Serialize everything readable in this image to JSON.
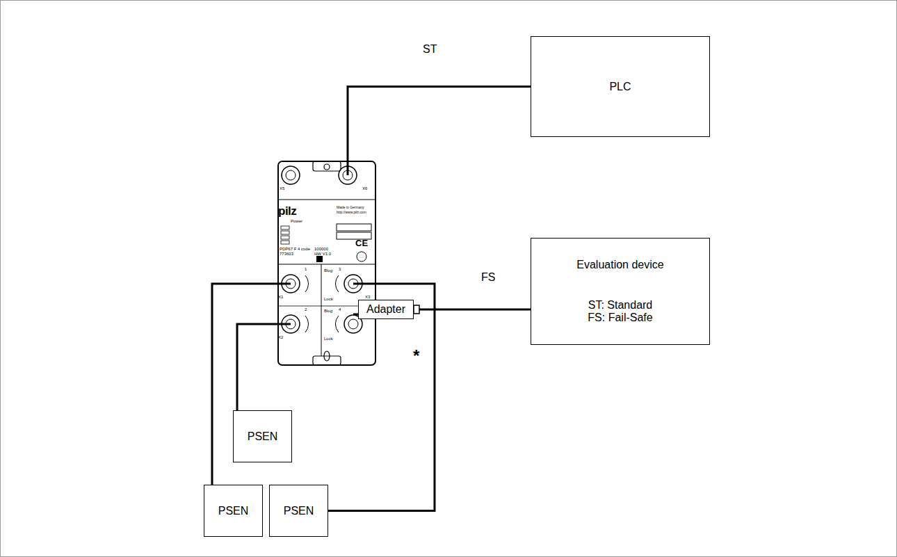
{
  "diagram": {
    "nodes": [
      {
        "text": [
          "PLC"
        ]
      },
      {
        "text": [
          "pilz"
        ]
      },
      {
        "text": [
          "Adapter"
        ]
      },
      {
        "text": [
          "Evaluation device",
          "ST: Standard",
          "FS: Fail-Safe"
        ]
      },
      {
        "text": [
          "PSEN"
        ]
      },
      {
        "text": [
          "PSEN"
        ]
      },
      {
        "text": [
          "PSEN"
        ]
      }
    ],
    "edges": [
      {
        "from": 1,
        "to": 0,
        "arrow": "none",
        "label": "ST"
      },
      {
        "from": 2,
        "to": 3,
        "arrow": "none",
        "label": "FS"
      },
      {
        "from": 1,
        "to": 4,
        "arrow": "none"
      },
      {
        "from": 1,
        "to": 5,
        "arrow": "none"
      },
      {
        "from": 1,
        "to": 6,
        "arrow": "none"
      }
    ],
    "labels": [
      "X5",
      "X6",
      "Made in Germany",
      "http://www.pilz.com",
      "Power",
      "PDP67 F 4 code",
      "773603",
      "100000",
      "HW V1.0",
      "CE",
      "X1",
      "X3",
      "X2",
      "Blog",
      "Lock",
      "Blog",
      "Lock",
      "1",
      "3",
      "2",
      "4",
      "*"
    ]
  }
}
